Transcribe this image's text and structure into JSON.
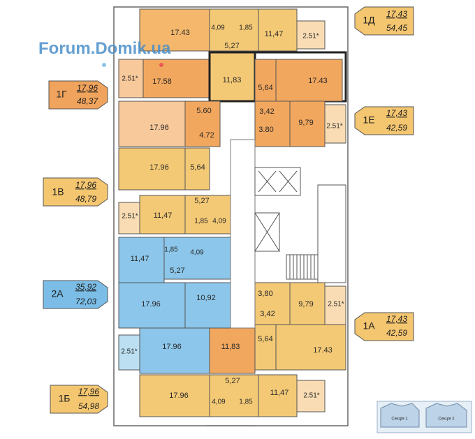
{
  "watermark": "Forum.Domik.ua",
  "colors": {
    "orange": "#f2a75e",
    "yellow": "#f4c975",
    "peach": "#f7c99b",
    "blue": "#8cc6ea",
    "wall": "#4a4a4a",
    "tag_orange": "#f0a35c",
    "tag_yellow": "#f4c670",
    "tag_blue": "#7bbde6"
  },
  "apartment_tags": [
    {
      "id": "1D",
      "name": "1Д",
      "living": "17,43",
      "total": "54,45",
      "color": "yellow"
    },
    {
      "id": "1G",
      "name": "1Г",
      "living": "17,96",
      "total": "48,37",
      "color": "orange"
    },
    {
      "id": "1E",
      "name": "1Е",
      "living": "17,43",
      "total": "42,59",
      "color": "yellow"
    },
    {
      "id": "1V",
      "name": "1В",
      "living": "17,96",
      "total": "48,79",
      "color": "yellow"
    },
    {
      "id": "2A",
      "name": "2А",
      "living": "35,92",
      "total": "72,03",
      "color": "blue"
    },
    {
      "id": "1A",
      "name": "1А",
      "living": "17,43",
      "total": "42,59",
      "color": "yellow"
    },
    {
      "id": "1B",
      "name": "1Б",
      "living": "17,96",
      "total": "54,98",
      "color": "yellow"
    }
  ],
  "room_labels": [
    "17.43",
    "4,09",
    "1,85",
    "11,47",
    "2.51*",
    "5,27",
    "2.51*",
    "17.58",
    "11,83",
    "5,64",
    "17.43",
    "5.60",
    "3,42",
    "17.96",
    "4.72",
    "3.80",
    "9,79",
    "2.51*",
    "17.96",
    "5,64",
    "5,27",
    "2.51*",
    "11,47",
    "1,85",
    "4,09",
    "1,85",
    "4,09",
    "11,47",
    "5,27",
    "3,80",
    "17.96",
    "10,92",
    "9,79",
    "2.51*",
    "3,42",
    "11,83",
    "5,64",
    "17.43",
    "2.51*",
    "17.96",
    "5,27",
    "17.96",
    "4,09",
    "1,85",
    "11,47",
    "2.51*"
  ],
  "minimap": {
    "section1": "Секція 1",
    "section2": "Секція 2"
  }
}
